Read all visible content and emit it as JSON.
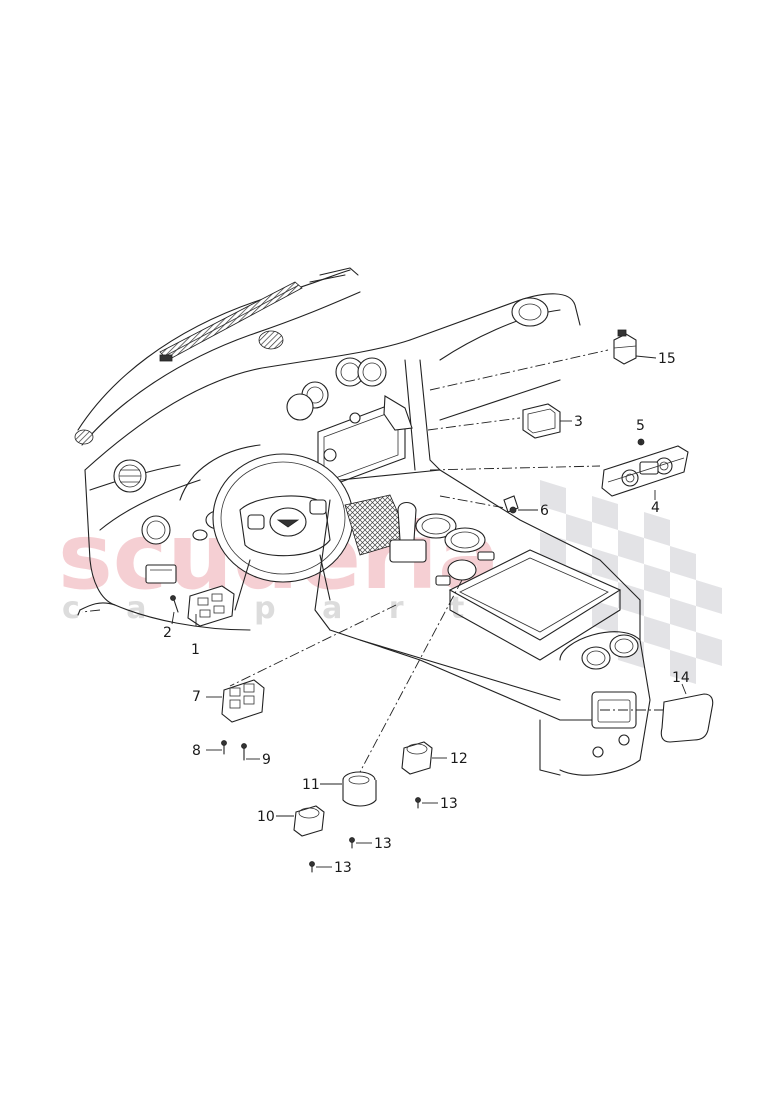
{
  "watermark": {
    "main_text": "scuderia",
    "sub_text": "c a r p a r t s",
    "main_color": "#f4c7cc",
    "sub_color": "#dcdcdc",
    "checker_color": "#d9d9de"
  },
  "callouts": [
    {
      "id": "1",
      "label": "1"
    },
    {
      "id": "2",
      "label": "2"
    },
    {
      "id": "3",
      "label": "3"
    },
    {
      "id": "4",
      "label": "4"
    },
    {
      "id": "5",
      "label": "5"
    },
    {
      "id": "6",
      "label": "6"
    },
    {
      "id": "7",
      "label": "7"
    },
    {
      "id": "8",
      "label": "8"
    },
    {
      "id": "9",
      "label": "9"
    },
    {
      "id": "10",
      "label": "10"
    },
    {
      "id": "11",
      "label": "11"
    },
    {
      "id": "12",
      "label": "12"
    },
    {
      "id": "13a",
      "label": "13"
    },
    {
      "id": "13b",
      "label": "13"
    },
    {
      "id": "13c",
      "label": "13"
    },
    {
      "id": "14",
      "label": "14"
    },
    {
      "id": "15",
      "label": "15"
    }
  ]
}
